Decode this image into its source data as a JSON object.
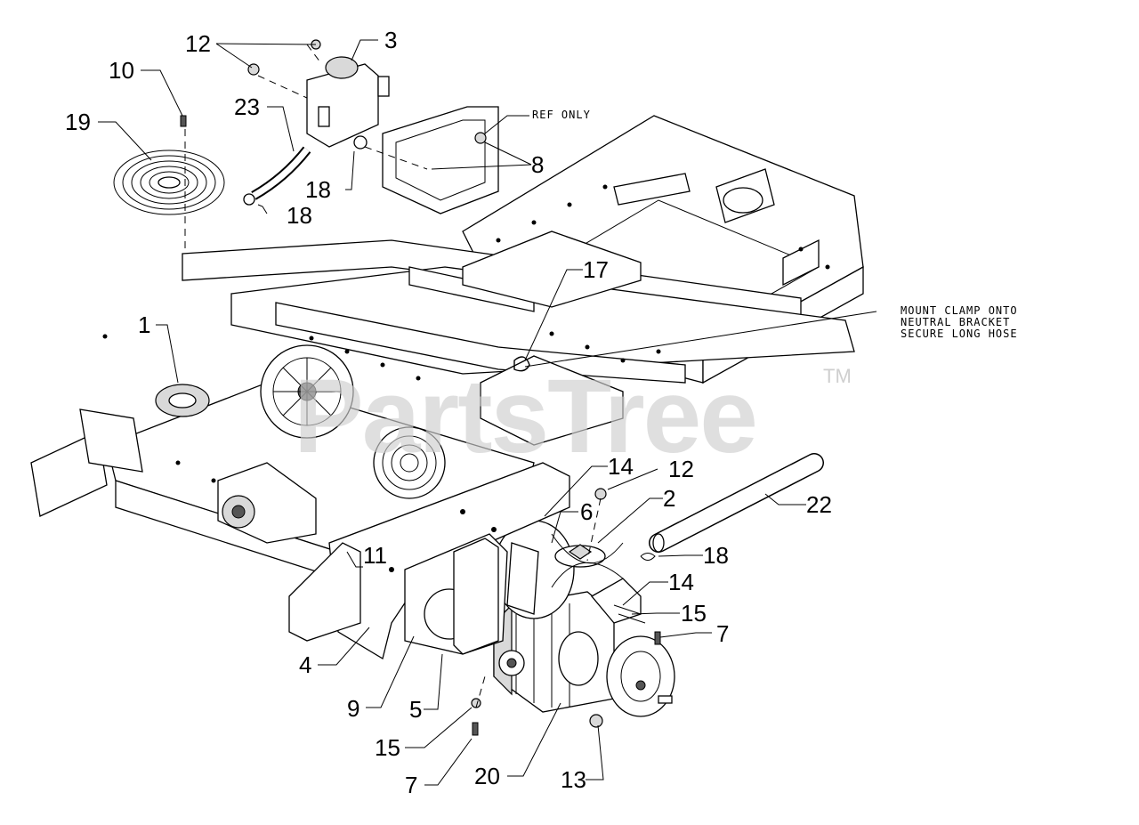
{
  "watermark": {
    "text": "PartsTree",
    "trademark": "TM"
  },
  "callouts": [
    {
      "label": "12"
    },
    {
      "label": "3"
    },
    {
      "label": "10"
    },
    {
      "label": "23"
    },
    {
      "label": "19"
    },
    {
      "label": "8"
    },
    {
      "label": "18"
    },
    {
      "label": "18"
    },
    {
      "label": "17"
    },
    {
      "label": "1"
    },
    {
      "label": "14"
    },
    {
      "label": "12"
    },
    {
      "label": "2"
    },
    {
      "label": "22"
    },
    {
      "label": "6"
    },
    {
      "label": "18"
    },
    {
      "label": "11"
    },
    {
      "label": "14"
    },
    {
      "label": "15"
    },
    {
      "label": "7"
    },
    {
      "label": "4"
    },
    {
      "label": "9"
    },
    {
      "label": "5"
    },
    {
      "label": "15"
    },
    {
      "label": "7"
    },
    {
      "label": "20"
    },
    {
      "label": "13"
    }
  ],
  "notes": {
    "ref_only": "REF ONLY",
    "mount_clamp": [
      "MOUNT CLAMP ONTO",
      "NEUTRAL BRACKET",
      "SECURE LONG HOSE"
    ]
  }
}
